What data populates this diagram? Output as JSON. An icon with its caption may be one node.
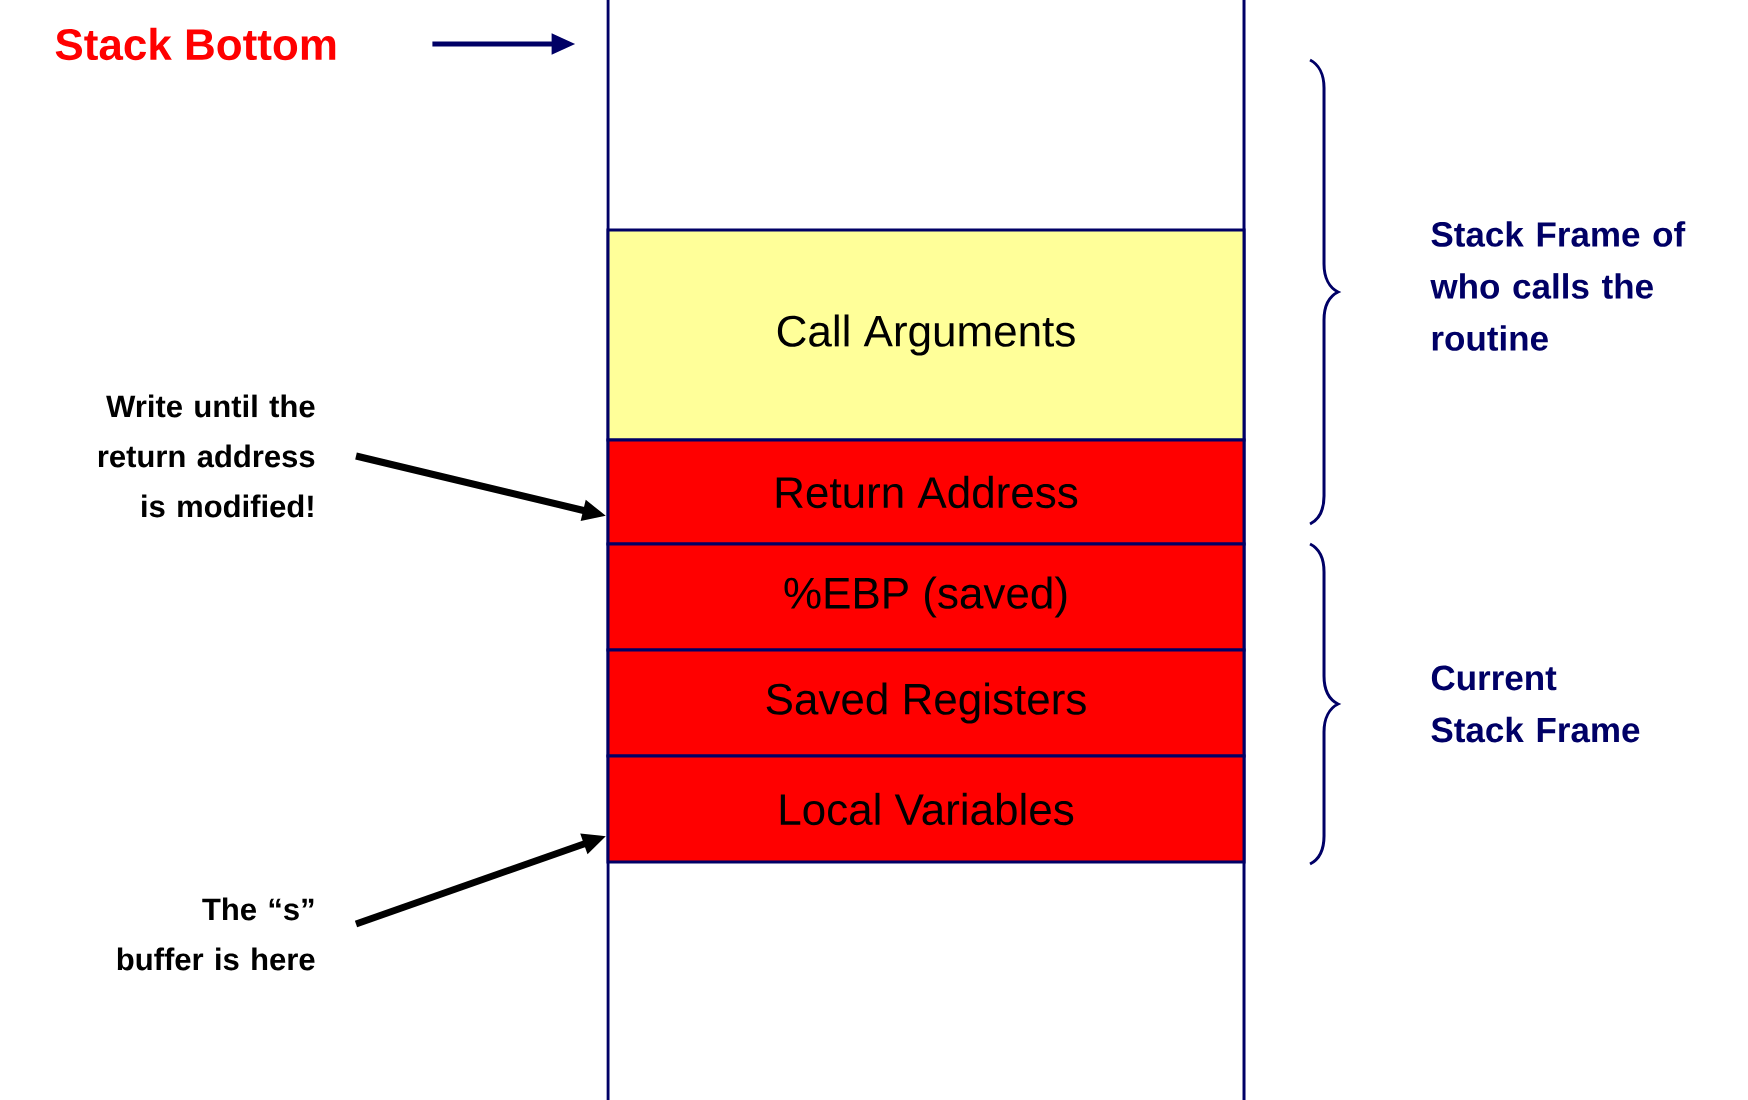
{
  "diagram": {
    "nodes": [
      {
        "text": [
          "Stack Bottom"
        ]
      },
      {
        "text": [],
        "shape": "box"
      },
      {
        "text": [
          "Call Arguments"
        ],
        "in": 1
      },
      {
        "text": [
          "Return Address"
        ],
        "in": 1
      },
      {
        "text": [
          "%EBP (saved)"
        ],
        "in": 1
      },
      {
        "text": [
          "Saved Registers"
        ],
        "in": 1
      },
      {
        "text": [
          "Local Variables"
        ],
        "in": 1
      },
      {
        "text": [
          "Write until the return address is modified!"
        ]
      },
      {
        "text": [
          "The “s” buffer is here"
        ]
      }
    ],
    "edges": [
      {
        "from": 0,
        "to": 1,
        "arrow": "to",
        "color": "#000066"
      },
      {
        "from": 7,
        "to": 3,
        "arrow": "to"
      },
      {
        "from": 8,
        "to": 6,
        "arrow": "to"
      }
    ],
    "labels": [
      "Stack Frame of who calls the routine",
      "Current Stack Frame"
    ]
  }
}
